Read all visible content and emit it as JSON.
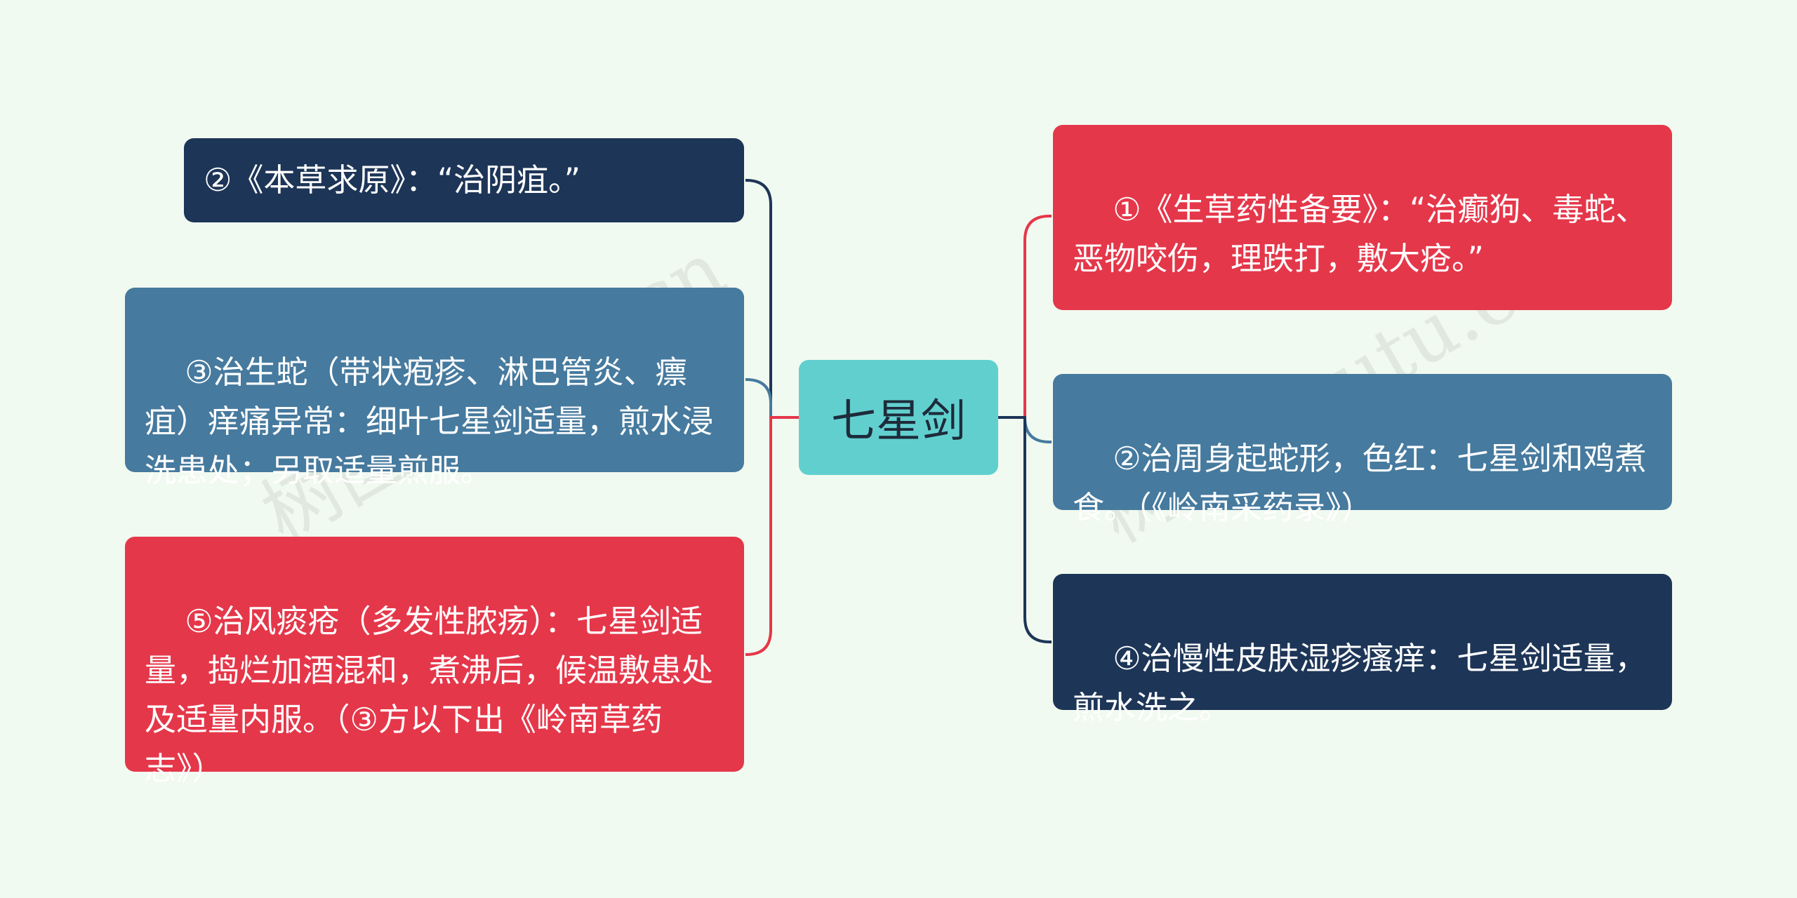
{
  "center": {
    "label": "七星剑"
  },
  "nodes": {
    "l1": "②《本草求原》：“治阴疽。”",
    "l2": "③治生蛇（带状疱疹、淋巴管炎、瘭疽）痒痛异常：细叶七星剑适量，煎水浸洗患处；另取适量煎服。",
    "l3": "⑤治风痰疮（多发性脓疡）：七星剑适量，捣烂加酒混和，煮沸后，候温敷患处及适量内服。（③方以下出《岭南草药志》）",
    "r1": "①《生草药性备要》：“治癫狗、毒蛇、恶物咬伤，理跌打，敷大疮。”",
    "r2": "②治周身起蛇形，色红：七星剑和鸡煮食。（《岭南采药录》）",
    "r3": "④治慢性皮肤湿疹瘙痒：七星剑适量，煎水洗之。"
  },
  "watermark": {
    "left": "树图 shutu.cn",
    "right": "树图 shutu.cn"
  },
  "colors": {
    "background": "#f1faf0",
    "center": "#62cfcf",
    "red": "#e5374a",
    "steel": "#467a9e",
    "navy": "#1d3557"
  }
}
